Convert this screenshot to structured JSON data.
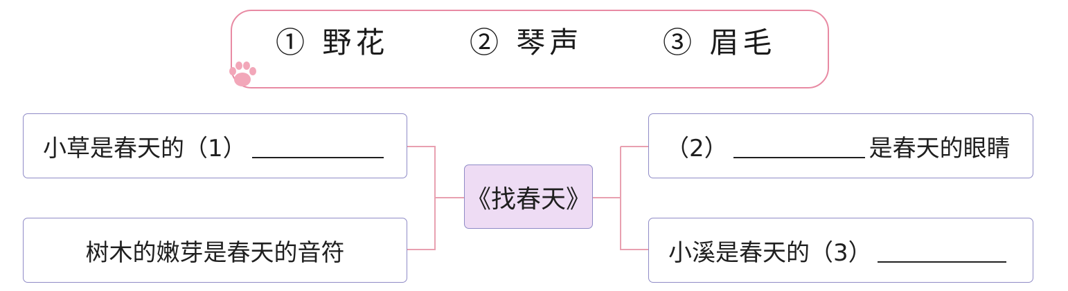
{
  "word_bank": [
    {
      "marker": "①",
      "word": "野花"
    },
    {
      "marker": "②",
      "word": "琴声"
    },
    {
      "marker": "③",
      "word": "眉毛"
    }
  ],
  "center": "《找春天》",
  "branches": {
    "top_left": {
      "text": "小草是春天的（1）"
    },
    "bottom_left": {
      "text": "树木的嫩芽是春天的音符"
    },
    "top_right": {
      "prefix": "（2）",
      "suffix": "是春天的眼睛"
    },
    "bottom_right": {
      "text": "小溪是春天的（3）"
    }
  },
  "colors": {
    "word_bank_border": "#e88aa3",
    "box_border": "#8e8ac6",
    "center_fill": "#eedcf4",
    "connector": "#e8a0b0"
  }
}
